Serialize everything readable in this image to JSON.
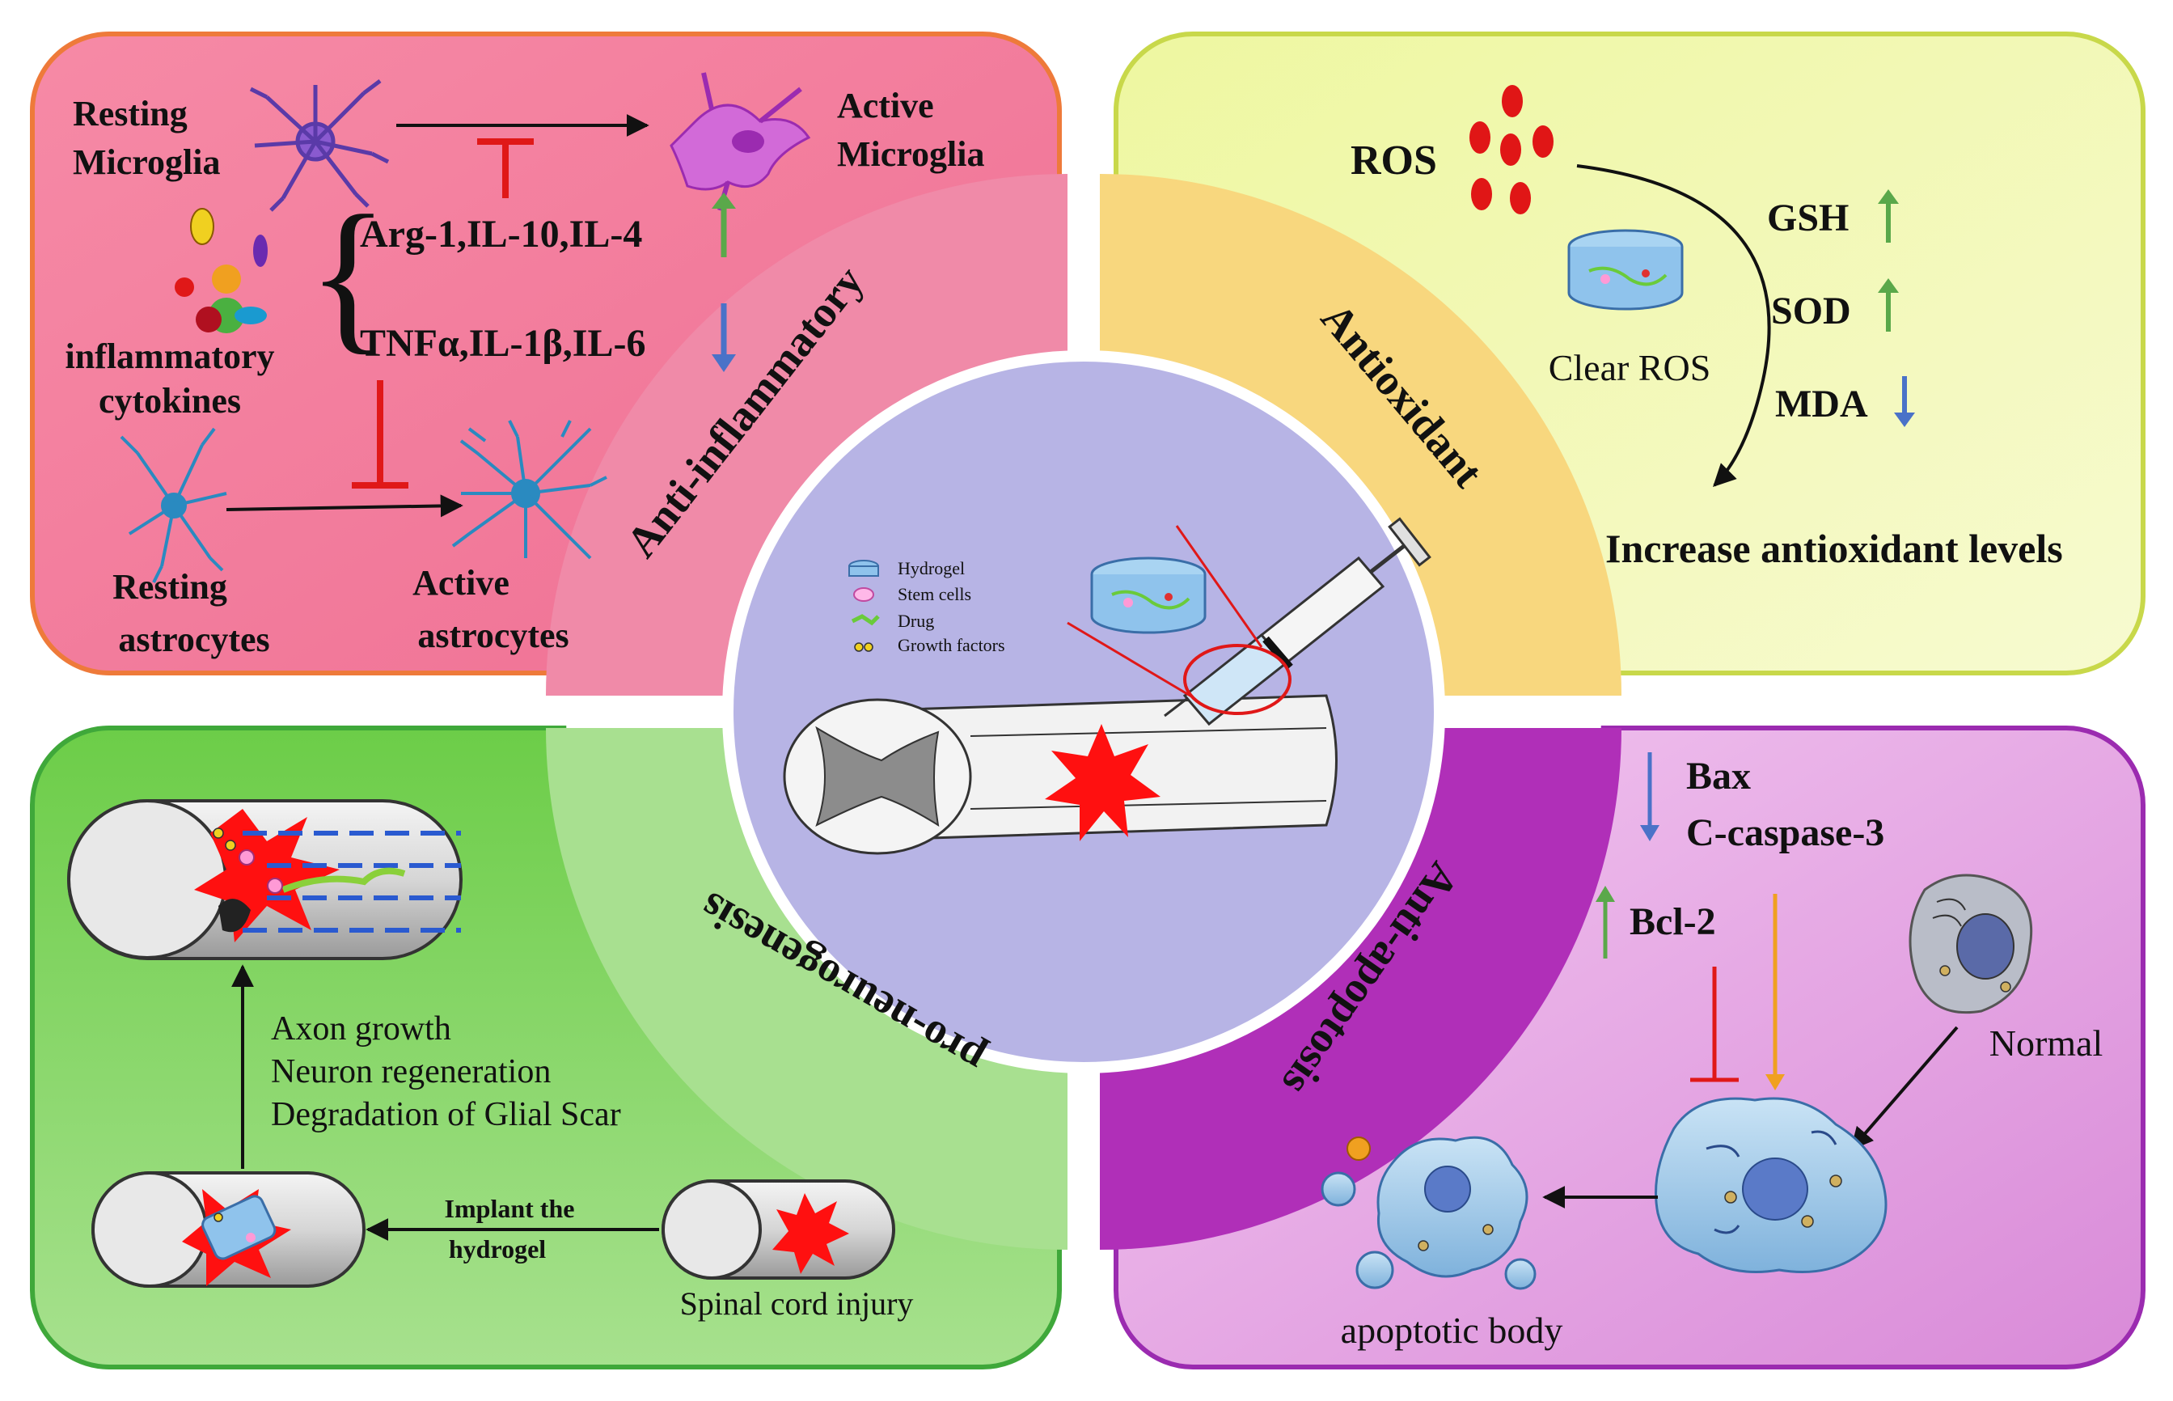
{
  "colors": {
    "inflammatory_panel": "#f07a9a",
    "inflammatory_border": "#ee7a3a",
    "antioxidant_panel": "#f2f7b4",
    "antioxidant_border": "#c8d84a",
    "neurogenesis_panel": "#7dd35a",
    "neurogenesis_border": "#3fa83a",
    "apoptosis_panel": "#e6a0e6",
    "apoptosis_border": "#9b2bb0",
    "center_disc": "#b8b6e6",
    "arrow_up": "#5aa84a",
    "arrow_down": "#4a72c8",
    "inhibit_red": "#e01818",
    "ros_red": "#e01616",
    "arrow_orange": "#f0a020"
  },
  "ring": {
    "anti_inflammatory": "Anti-inflammatory",
    "antioxidant": "Antioxidant",
    "pro_neurogenesis": "pro-neurogenesis",
    "anti_apoptosis": "Anti-apoptosis"
  },
  "center": {
    "legend": [
      "Hydrogel",
      "Stem cells",
      "Drug",
      "Growth factors"
    ]
  },
  "inflammation": {
    "resting_microglia": [
      "Resting",
      "Microglia"
    ],
    "active_microglia": [
      "Active",
      "Microglia"
    ],
    "cytokines": [
      "inflammatory",
      "cytokines"
    ],
    "up_markers": "Arg-1,IL-10,IL-4",
    "down_markers": "TNFα,IL-1β,IL-6",
    "resting_astrocytes": [
      "Resting",
      "astrocytes"
    ],
    "active_astrocytes": [
      "Active",
      "astrocytes"
    ]
  },
  "antioxidant": {
    "ros": "ROS",
    "clear": "Clear ROS",
    "markers": [
      {
        "label": "GSH",
        "direction": "up"
      },
      {
        "label": "SOD",
        "direction": "up"
      },
      {
        "label": "MDA",
        "direction": "down"
      }
    ],
    "result": "Increase antioxidant levels"
  },
  "neurogenesis": {
    "effects": [
      "Axon growth",
      "Neuron regeneration",
      "Degradation of Glial Scar"
    ],
    "implant": [
      "Implant the",
      "hydrogel"
    ],
    "injury": "Spinal cord injury"
  },
  "apoptosis": {
    "bax": "Bax",
    "caspase": "C-caspase-3",
    "bcl2": "Bcl-2",
    "normal": "Normal",
    "apoptotic_body": "apoptotic body"
  }
}
